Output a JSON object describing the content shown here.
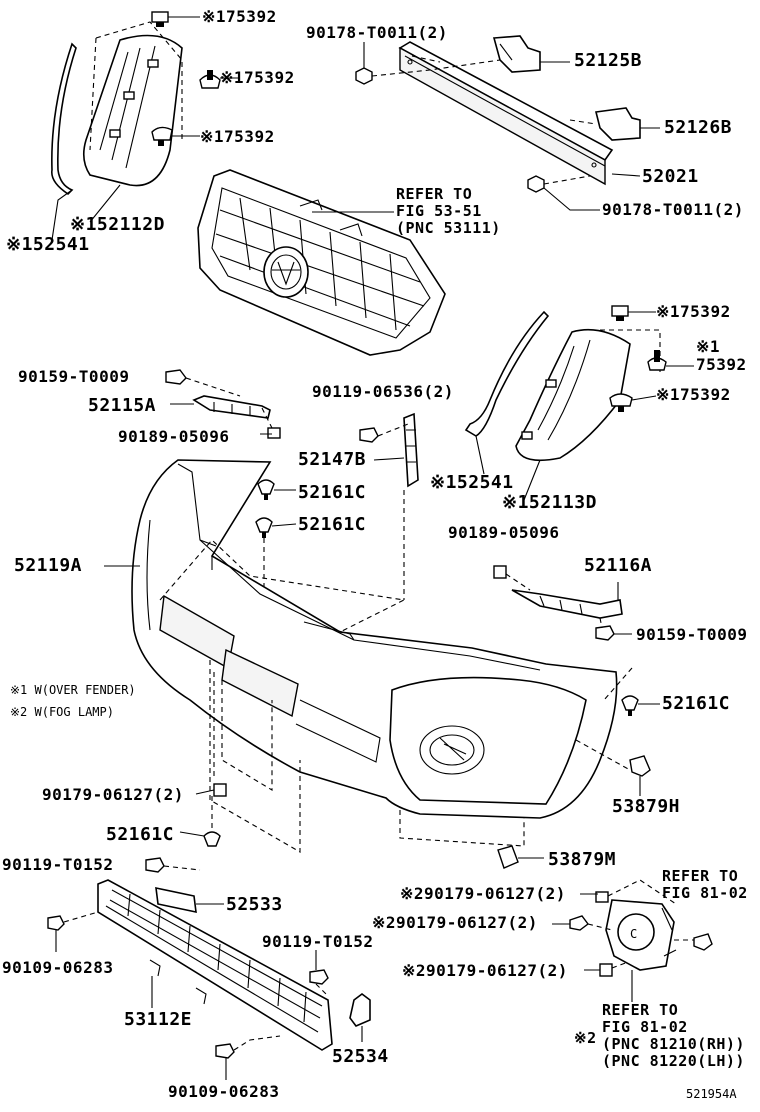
{
  "diagram_id": "521954A",
  "notes": {
    "note1": "※1 W(OVER FENDER)",
    "note2": "※2 W(FOG LAMP)"
  },
  "parts": {
    "p75392_a": "※175392",
    "p75392_b": "※175392",
    "p75392_c": "※175392",
    "p52112D": "※152112D",
    "p52541_a": "※152541",
    "p90178_top": "90178-T0011(2)",
    "p52125B": "52125B",
    "p52126B": "52126B",
    "p52021": "52021",
    "p90178_bot": "90178-T0011(2)",
    "ref_grille_1": "REFER TO",
    "ref_grille_2": "FIG 53-51",
    "ref_grille_3": "(PNC 53111)",
    "p75392_d": "※175392",
    "p75392_e1": "※1",
    "p75392_e2": "75392",
    "p75392_f": "※175392",
    "p90159_a": "90159-T0009",
    "p52115A": "52115A",
    "p90189_a": "90189-05096",
    "p90119_06536": "90119-06536(2)",
    "p52147B": "52147B",
    "p52161C_a": "52161C",
    "p52161C_b": "52161C",
    "p52541_b": "※152541",
    "p52113D": "※152113D",
    "p52119A": "52119A",
    "p90189_b": "90189-05096",
    "p52116A": "52116A",
    "p90159_b": "90159-T0009",
    "p52161C_c": "52161C",
    "p90179_a": "90179-06127(2)",
    "p53879H": "53879H",
    "p52161C_d": "52161C",
    "p53879M": "53879M",
    "p90119_T0152_a": "90119-T0152",
    "p52533": "52533",
    "p90179_b": "※290179-06127(2)",
    "ref_fog_a1": "REFER TO",
    "ref_fog_a2": "FIG 81-02",
    "p90179_c": "※290179-06127(2)",
    "p90109_a": "90109-06283",
    "p90119_T0152_b": "90119-T0152",
    "p53112E": "53112E",
    "p90179_d": "※290179-06127(2)",
    "ref_fog_b1": "REFER TO",
    "ref_fog_b2": "FIG 81-02",
    "ref_fog_b3": "(PNC 81210(RH))",
    "ref_fog_b4": "(PNC 81220(LH))",
    "ref_fog_b_mark": "※2",
    "p52534": "52534",
    "p90109_b": "90109-06283"
  }
}
